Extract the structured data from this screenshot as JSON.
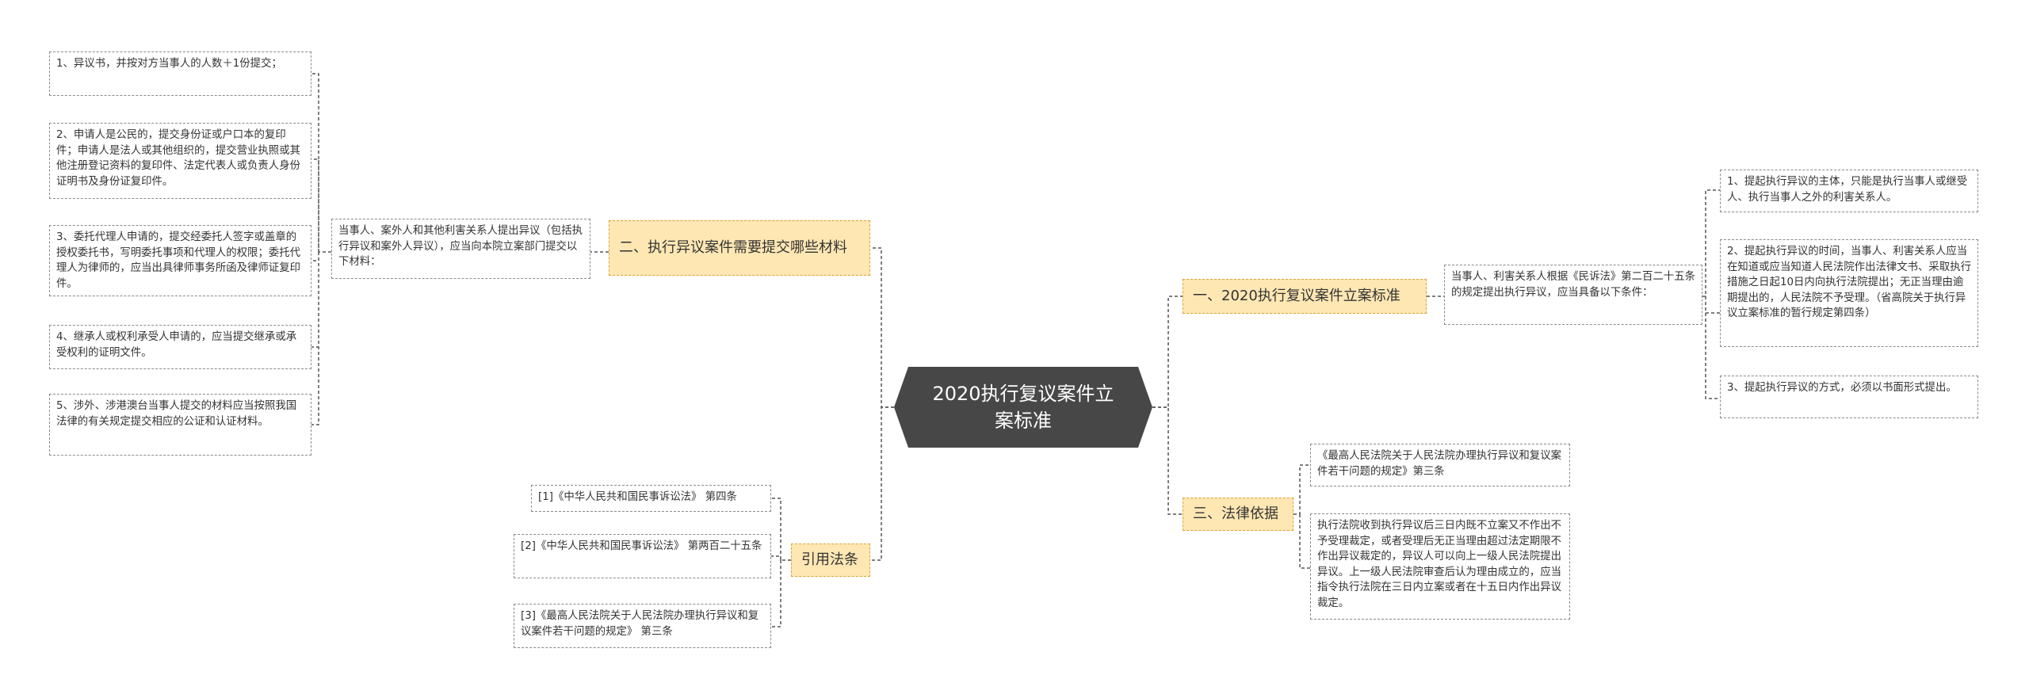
{
  "root": {
    "title": "2020执行复议案件立案标准"
  },
  "branches": {
    "b1": {
      "label": "一、2020执行复议案件立案标准"
    },
    "b1_intro": {
      "text": "当事人、利害关系人根据《民诉法》第二百二十五条的规定提出执行异议，应当具备以下条件："
    },
    "b1_items": [
      "1、提起执行异议的主体，只能是执行当事人或继受人、执行当事人之外的利害关系人。",
      "2、提起执行异议的时间，当事人、利害关系人应当在知道或应当知道人民法院作出法律文书、采取执行措施之日起10日内向执行法院提出；无正当理由逾期提出的，人民法院不予受理。（省高院关于执行异议立案标准的暂行规定第四条）",
      "3、提起执行异议的方式，必须以书面形式提出。"
    ],
    "b2": {
      "label": "二、执行异议案件需要提交哪些材料"
    },
    "b2_intro": {
      "text": "当事人、案外人和其他利害关系人提出异议（包括执行异议和案外人异议），应当向本院立案部门提交以下材料："
    },
    "b2_items": [
      "1、异议书，并按对方当事人的人数＋1份提交；",
      "2、申请人是公民的，提交身份证或户口本的复印件；申请人是法人或其他组织的，提交营业执照或其他注册登记资料的复印件、法定代表人或负责人身份证明书及身份证复印件。",
      "3、委托代理人申请的，提交经委托人签字或盖章的授权委托书，写明委托事项和代理人的权限；委托代理人为律师的，应当出具律师事务所函及律师证复印件。",
      "4、继承人或权利承受人申请的，应当提交继承或承受权利的证明文件。",
      "5、涉外、涉港澳台当事人提交的材料应当按照我国法律的有关规定提交相应的公证和认证材料。"
    ],
    "b3": {
      "label": "三、法律依据"
    },
    "b3_items": [
      "《最高人民法院关于人民法院办理执行异议和复议案件若干问题的规定》第三条",
      "执行法院收到执行异议后三日内既不立案又不作出不予受理裁定，或者受理后无正当理由超过法定期限不作出异议裁定的，异议人可以向上一级人民法院提出异议。上一级人民法院审查后认为理由成立的，应当指令执行法院在三日内立案或者在十五日内作出异议裁定。"
    ],
    "b4": {
      "label": "引用法条"
    },
    "b4_items": [
      "[1]《中华人民共和国民事诉讼法》 第四条",
      "[2]《中华人民共和国民事诉讼法》 第两百二十五条",
      "[3]《最高人民法院关于人民法院办理执行异议和复议案件若干问题的规定》 第三条"
    ]
  },
  "colors": {
    "root_fill": "#474747",
    "topic_fill": "#ffe7b3",
    "topic_border": "#d9a441",
    "connector": "#555555",
    "leaf_border": "#8a8a8a"
  }
}
